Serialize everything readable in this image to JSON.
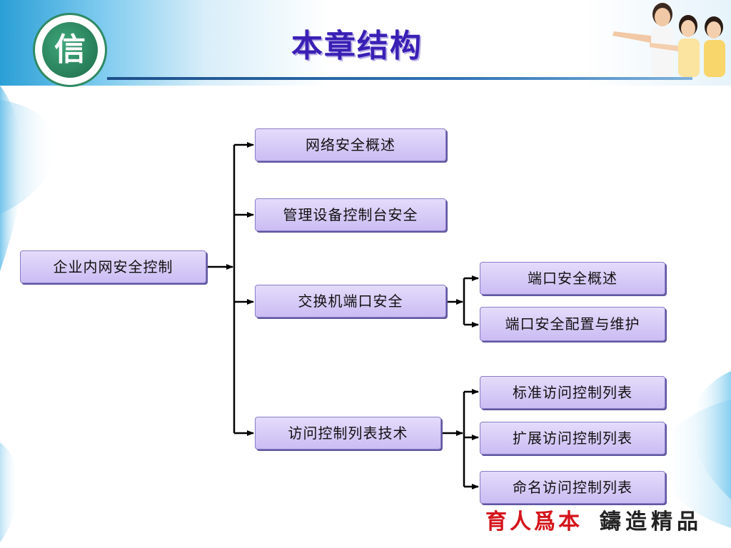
{
  "slide": {
    "title": "本章结构",
    "logo_glyph": "信"
  },
  "diagram": {
    "root": "企业内网安全控制",
    "level1": [
      "网络安全概述",
      "管理设备控制台安全",
      "交换机端口安全",
      "访问控制列表技术"
    ],
    "switch_children": [
      "端口安全概述",
      "端口安全配置与维护"
    ],
    "acl_children": [
      "标准访问控制列表",
      "扩展访问控制列表",
      "命名访问控制列表"
    ]
  },
  "footer": {
    "slogan_red": "育人爲本",
    "slogan_black": "鑄造精品"
  },
  "colors": {
    "node_fill": "#d6cbf7",
    "node_border": "#8a7cc6",
    "title": "#3a1fb5",
    "slogan_red": "#d4141a",
    "connector": "#000000"
  }
}
